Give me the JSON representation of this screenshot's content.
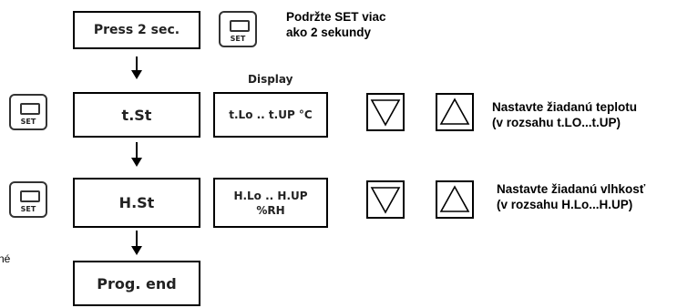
{
  "steps": {
    "press": "Press 2 sec.",
    "t_st": "t.St",
    "h_st": "H.St",
    "end": "Prog. end"
  },
  "buttons": {
    "set_label": "SET"
  },
  "display": {
    "caption": "Display",
    "temp_range": "t.Lo .. t.UP °C",
    "hum_range_line1": "H.Lo .. H.UP",
    "hum_range_line2": "%RH"
  },
  "notes": {
    "hold_line1": "Podržte SET viac",
    "hold_line2": "ako 2 sekundy",
    "temp_line1": "Nastavte žiadanú teplotu",
    "temp_line2": "(v rozsahu t.LO...t.UP)",
    "hum_line1": "Nastavte žiadanú vlhkosť",
    "hum_line2": "(v rozsahu H.Lo...H.UP)",
    "cut_left": "né"
  },
  "icons": {
    "set": "set-button-icon",
    "up": "up-triangle-icon",
    "down": "down-triangle-icon",
    "flow": "down-arrow-icon"
  }
}
